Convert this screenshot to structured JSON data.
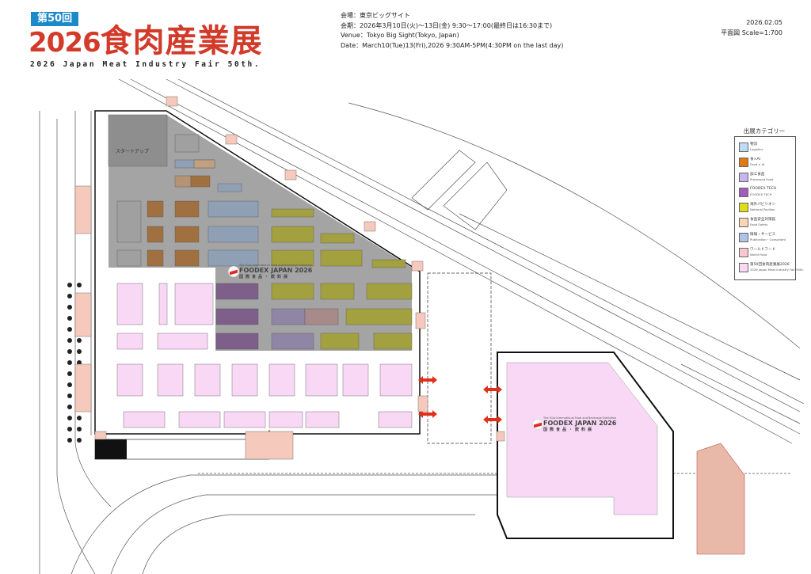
{
  "header": {
    "badge": "第50回",
    "logo_year": "2026",
    "logo_title": "食肉産業展",
    "logo_subtitle": "2026 Japan Meat Industry Fair 50th.",
    "venue_jp": "会場：東京ビッグサイト",
    "period_jp": "会期：2026年3月10日(火)～13日(金) 9:30～17:00(最終日は16:30まで)",
    "venue_en": "Venue：Tokyo Big Sight(Tokyo, Japan)",
    "date_en": "Date：March10(Tue)13(Fri),2026 9:30AM-5PM(4:30PM on the last day)",
    "doc_date": "2026.02.05",
    "scale": "平面図  Scale=1:700"
  },
  "map": {
    "startup_label": "スタートアップ",
    "foodex_logos": [
      {
        "tagline": "The 51st International Food and Beverage Exhibition",
        "name": "FOODEX JAPAN 2026",
        "name_jp": "国際食品・飲料展"
      },
      {
        "tagline": "The 51st International Food and Beverage Exhibition",
        "name": "FOODEX JAPAN 2026",
        "name_jp": "国際食品・飲料展"
      }
    ]
  },
  "legend": {
    "title": "出展カテゴリー",
    "items": [
      {
        "jp": "物流",
        "en": "Logistics",
        "color": "#bcdcf7"
      },
      {
        "jp": "食×AI",
        "en": "Food × AI",
        "color": "#e07a10"
      },
      {
        "jp": "加工食品",
        "en": "Processed Food",
        "color": "#c9b5ee"
      },
      {
        "jp": "FOODEX TECH",
        "en": "FOODEX TECH",
        "color": "#a45cbc"
      },
      {
        "jp": "海外パビリオン",
        "en": "National Pavilion",
        "color": "#dede1a"
      },
      {
        "jp": "食品安全対策館",
        "en": "Food Safety",
        "color": "#fbd5b5"
      },
      {
        "jp": "情報・サービス",
        "en": "Publication・Consultant",
        "color": "#b0c4e8"
      },
      {
        "jp": "ワールドフード",
        "en": "World Food",
        "color": "#f9c7cf"
      },
      {
        "jp": "第50回食肉産業展2026",
        "en": "2026  Japan Meat Industry Fair 50th.",
        "color": "#f8d8f5"
      }
    ]
  }
}
